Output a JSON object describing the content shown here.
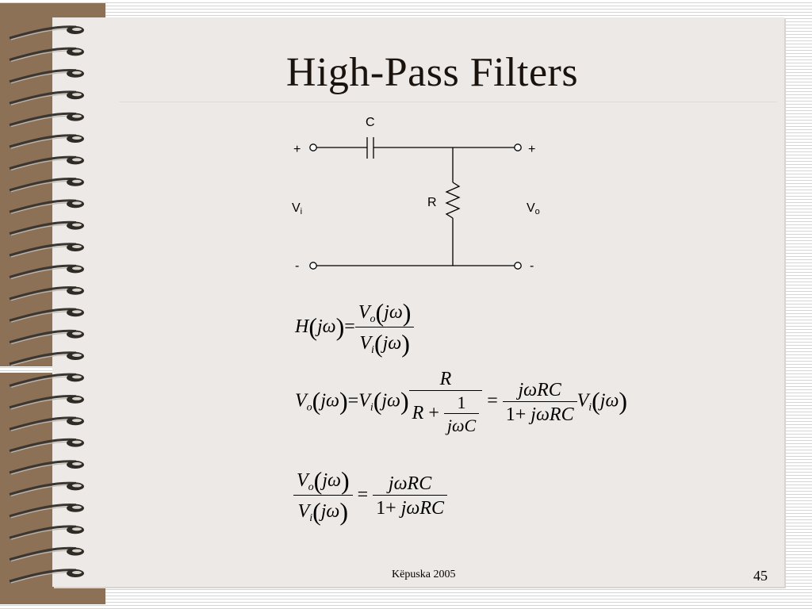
{
  "slide": {
    "title": "High-Pass Filters",
    "footer": "Këpuska 2005",
    "page_number": "45"
  },
  "circuit": {
    "capacitor_label": "C",
    "resistor_label": "R",
    "input_plus": "+",
    "input_minus": "-",
    "output_plus": "+",
    "output_minus": "-",
    "vin_main": "V",
    "vin_sub": "i",
    "vout_main": "V",
    "vout_sub": "o"
  },
  "equations": {
    "eq1": "H(jω) = Vo(jω) / Vi(jω)",
    "eq2": "Vo(jω) = Vi(jω) · R / (R + 1/(jωC)) = jωRC / (1 + jωRC) · Vi(jω)",
    "eq3": "Vo(jω) / Vi(jω) = jωRC / (1 + jωRC)"
  }
}
